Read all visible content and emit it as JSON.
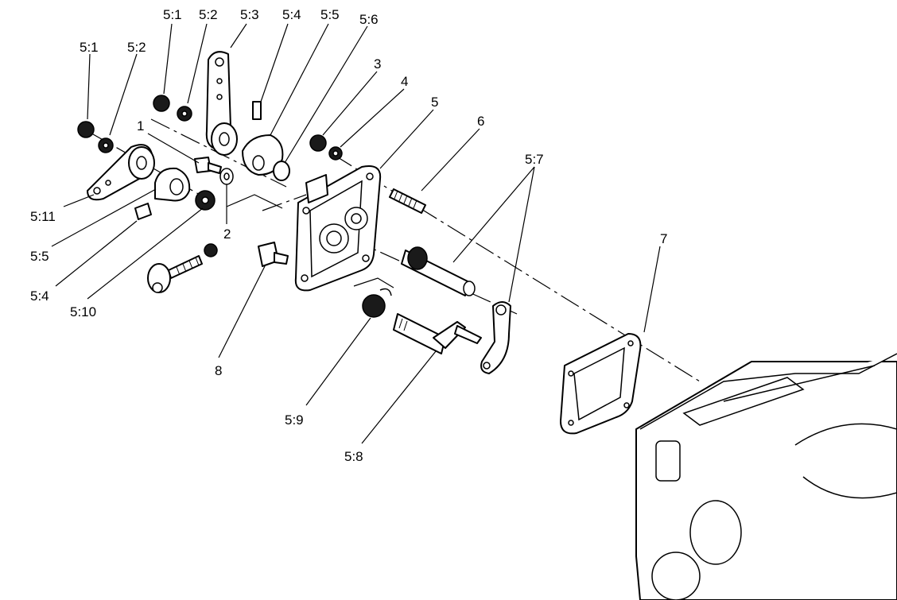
{
  "diagram": {
    "type": "exploded-parts-view",
    "labels": {
      "l_5_1_a": "5:1",
      "l_5_2_a": "5:2",
      "l_5_1_b": "5:1",
      "l_5_2_b": "5:2",
      "l_5_3": "5:3",
      "l_5_4_top": "5:4",
      "l_5_5_top": "5:5",
      "l_5_6": "5:6",
      "l_3": "3",
      "l_4": "4",
      "l_5": "5",
      "l_6": "6",
      "l_5_7": "5:7",
      "l_1": "1",
      "l_2": "2",
      "l_5_11": "5:11",
      "l_5_5_left": "5:5",
      "l_5_4_left": "5:4",
      "l_5_10": "5:10",
      "l_7": "7",
      "l_8": "8",
      "l_5_9": "5:9",
      "l_5_8": "5:8"
    }
  }
}
